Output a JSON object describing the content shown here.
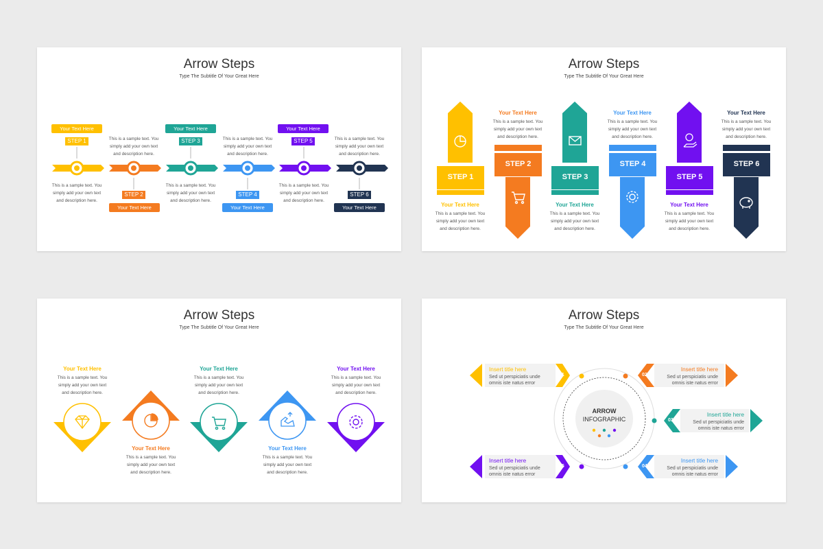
{
  "slides": {
    "title": "Arrow Steps",
    "subtitle": "Type The Subtitle Of Your Great Here"
  },
  "colors": {
    "yellow": "#FFC000",
    "orange": "#F47B20",
    "teal": "#1FA596",
    "blue": "#3D96F2",
    "purple": "#7110F0",
    "navy": "#213452"
  },
  "sample_text": {
    "line1": "This is a sample text. You",
    "line2": "simply add your own text",
    "line3": "and description here."
  },
  "slide1": {
    "steps": [
      {
        "label": "STEP 1",
        "text": "Your Text Here"
      },
      {
        "label": "STEP 2",
        "text": "Your Text Here"
      },
      {
        "label": "STEP 3",
        "text": "Your Text Here"
      },
      {
        "label": "STEP 4",
        "text": "Your Text Here"
      },
      {
        "label": "STEP 5",
        "text": "Your Text Here"
      },
      {
        "label": "STEP 6",
        "text": "Your Text Here"
      }
    ]
  },
  "slide2": {
    "steps": [
      {
        "label": "STEP 1",
        "heading": "Your Text Here",
        "icon": "pie-chart-icon"
      },
      {
        "label": "STEP 2",
        "heading": "Your Text Here",
        "icon": "cart-icon"
      },
      {
        "label": "STEP 3",
        "heading": "Your Text Here",
        "icon": "envelope-icon"
      },
      {
        "label": "STEP 4",
        "heading": "Your Text Here",
        "icon": "gear-icon"
      },
      {
        "label": "STEP 5",
        "heading": "Your Text Here",
        "icon": "money-hand-icon"
      },
      {
        "label": "STEP 6",
        "heading": "Your Text Here",
        "icon": "piggy-bank-icon"
      }
    ]
  },
  "slide3": {
    "items": [
      {
        "heading": "Your Text Here",
        "icon": "diamond-icon"
      },
      {
        "heading": "Your Text Here",
        "icon": "pie-chart-icon"
      },
      {
        "heading": "Your Text Here",
        "icon": "cart-icon"
      },
      {
        "heading": "Your Text Here",
        "icon": "strength-icon"
      },
      {
        "heading": "Your Text Here",
        "icon": "gear-icon"
      }
    ]
  },
  "slide4": {
    "center_line1": "ARROW",
    "center_line2": "INFOGRAPHIC",
    "items": [
      {
        "num": "01",
        "title": "Insert title here",
        "text1": "Sed ut perspiciatis unde",
        "text2": "omnis iste natus error"
      },
      {
        "num": "02",
        "title": "Insert title here",
        "text1": "Sed ut perspiciatis unde",
        "text2": "omnis iste natus error"
      },
      {
        "num": "03",
        "title": "Insert title here",
        "text1": "Sed ut perspiciatis unde",
        "text2": "omnis iste natus error"
      },
      {
        "num": "04",
        "title": "Insert title here",
        "text1": "Sed ut perspiciatis unde",
        "text2": "omnis iste natus error"
      },
      {
        "num": "05",
        "title": "Insert title here",
        "text1": "Sed ut perspiciatis unde",
        "text2": "omnis iste natus error"
      }
    ]
  }
}
